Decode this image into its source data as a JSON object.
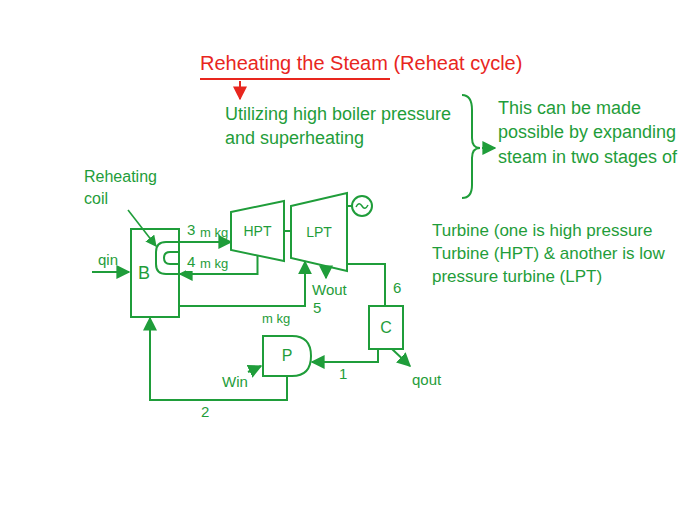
{
  "diagram": {
    "title": "Reheating the Steam (Reheat cycle)",
    "nodes": [
      {
        "text": [
          "B"
        ]
      },
      {
        "text": [
          "HPT"
        ]
      },
      {
        "text": [
          "LPT"
        ]
      },
      {
        "text": [
          "C"
        ]
      },
      {
        "text": [
          "P"
        ]
      }
    ],
    "edges": [
      {
        "from": 0,
        "to": 1,
        "arrow": "to",
        "label": "3"
      },
      {
        "from": 1,
        "to": 0,
        "arrow": "to",
        "label": "4"
      },
      {
        "from": 0,
        "to": 2,
        "arrow": "to",
        "label": "5"
      },
      {
        "from": 2,
        "to": 3,
        "arrow": "none",
        "label": "6"
      },
      {
        "from": 3,
        "to": 4,
        "arrow": "to",
        "label": "1"
      },
      {
        "from": 4,
        "to": 0,
        "arrow": "to",
        "label": "2"
      },
      {
        "from": 1,
        "to": 2,
        "arrow": "none"
      }
    ],
    "labels": [
      "Utilizing high boiler pressure and superheating",
      "This can be made possible by expanding steam in two stages of",
      "Turbine (one is high pressure Turbine (HPT) & another is low pressure turbine (LPT)",
      "Reheating coil",
      "qin",
      "m kg",
      "m kg",
      "m kg",
      "Wout",
      "Win",
      "qout"
    ]
  }
}
